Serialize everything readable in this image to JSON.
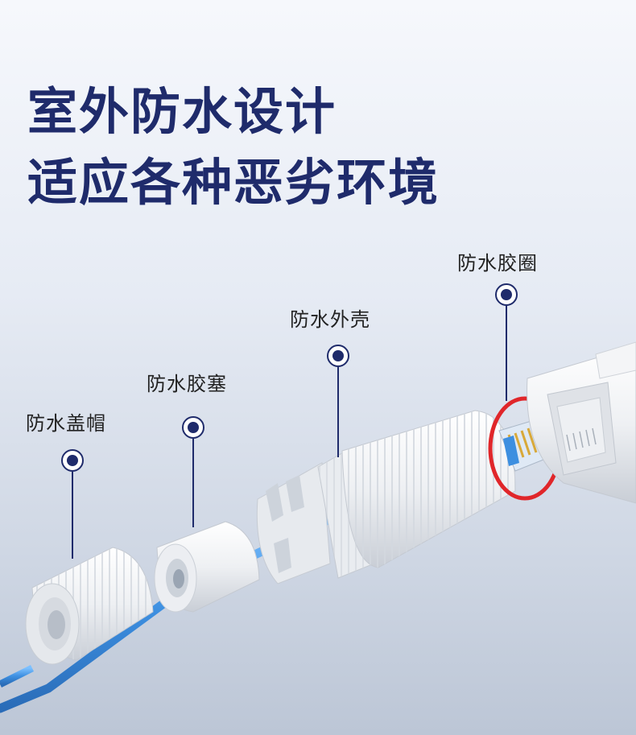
{
  "headline": {
    "line1": "室外防水设计",
    "line2": "适应各种恶劣环境"
  },
  "callouts": [
    {
      "label": "防水盖帽"
    },
    {
      "label": "防水胶塞"
    },
    {
      "label": "防水外壳"
    },
    {
      "label": "防水胶圈"
    }
  ],
  "colors": {
    "title": "#1f2b6b",
    "marker": "#1f2b6b",
    "cable": "#3d8fe0",
    "seal_ring": "#e0262a",
    "part_body": "#f1f3f6"
  }
}
